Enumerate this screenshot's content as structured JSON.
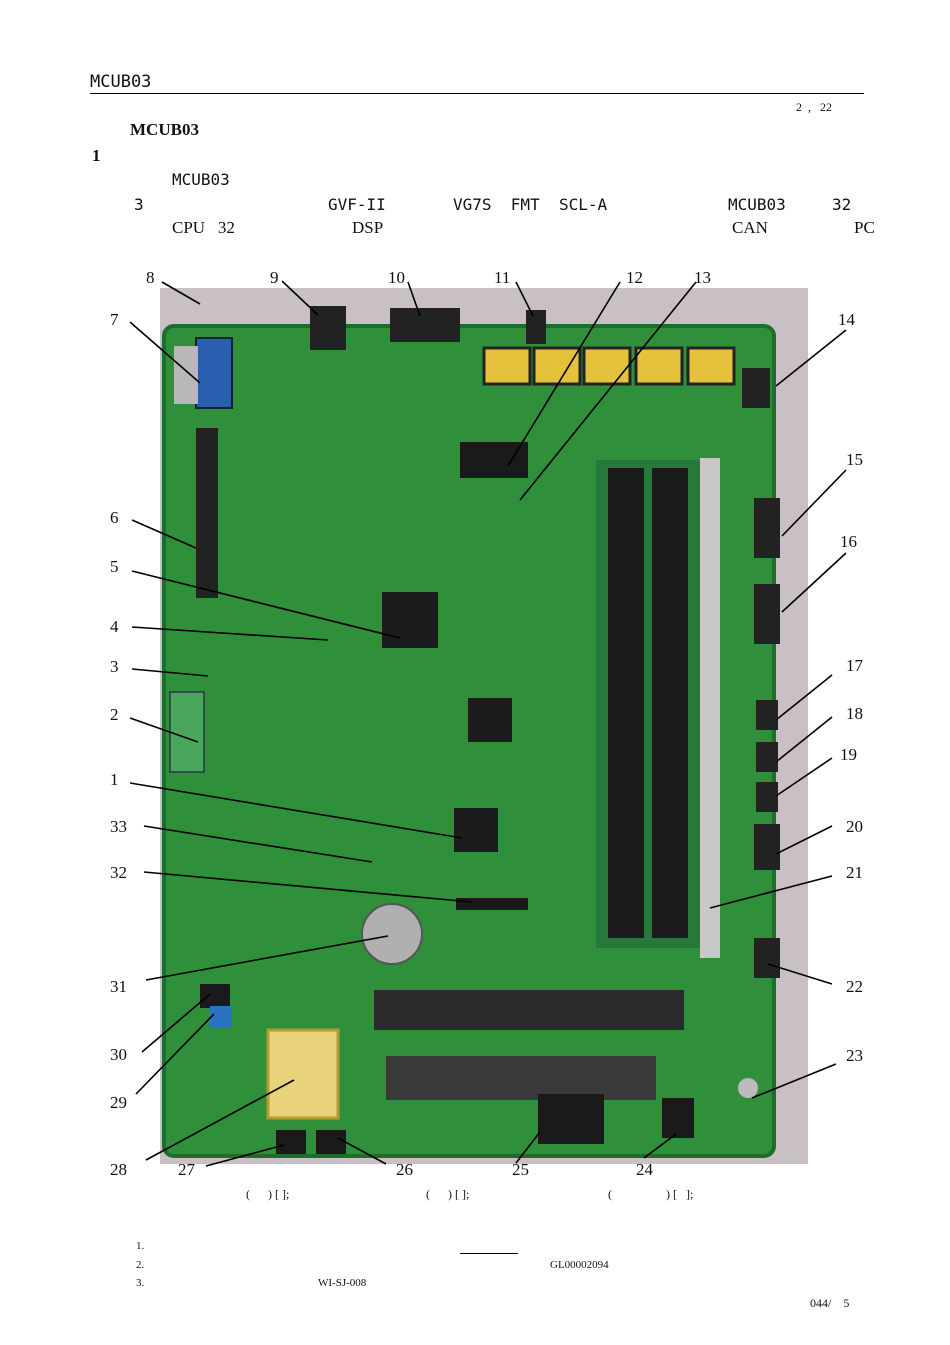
{
  "header": {
    "doc_code": "MCUB03",
    "page_info": "2  ,   22"
  },
  "title": "MCUB03",
  "section_number": "1",
  "intro": {
    "line1": "MCUB03",
    "line2_a": "3",
    "line2_b": "GVF-II",
    "line2_c": "VG7S  FMT  SCL-A",
    "line2_d": "MCUB03",
    "line2_e": "32",
    "line3_a": "CPU   32",
    "line3_b": "DSP",
    "line3_c": "CAN",
    "line3_d": "PC"
  },
  "callout_numbers": [
    "1",
    "2",
    "3",
    "4",
    "5",
    "6",
    "7",
    "8",
    "9",
    "10",
    "11",
    "12",
    "13",
    "14",
    "15",
    "16",
    "17",
    "18",
    "19",
    "20",
    "21",
    "22",
    "23",
    "24",
    "25",
    "26",
    "27",
    "28",
    "29",
    "30",
    "31",
    "32",
    "33"
  ],
  "caption": {
    "part1": "(      ) [ ];",
    "part2": "(      ) [ ];",
    "part3": "(                  ) [   ];"
  },
  "notes": {
    "n1": "1.",
    "n2": "2.",
    "n2_code": "GL00002094",
    "n3": "3.",
    "n3_code": "WI-SJ-008"
  },
  "footer": "044/    5",
  "colors": {
    "pcb": "#2f8f3a",
    "pcb_dark": "#1f6d2a",
    "photo_bg": "#c8c0c4"
  }
}
